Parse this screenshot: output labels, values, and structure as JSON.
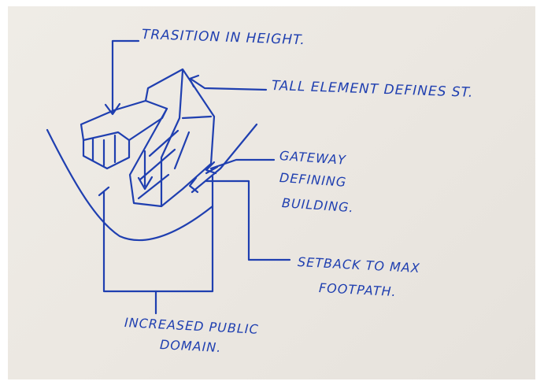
{
  "annotations": {
    "transition": "TRASITION IN HEIGHT.",
    "tall_element": "TALL ELEMENT DEFINES ST.",
    "gateway_line1": "GATEWAY",
    "gateway_line2": "DEFINING",
    "gateway_line3": "BUILDING.",
    "setback_line1": "SETBACK TO MAX",
    "setback_line2": "FOOTPATH.",
    "public_line1": "INCREASED PUBLIC",
    "public_line2": "DOMAIN."
  },
  "colors": {
    "ink": "#1f3fb0",
    "paper": "#ece8e2"
  }
}
